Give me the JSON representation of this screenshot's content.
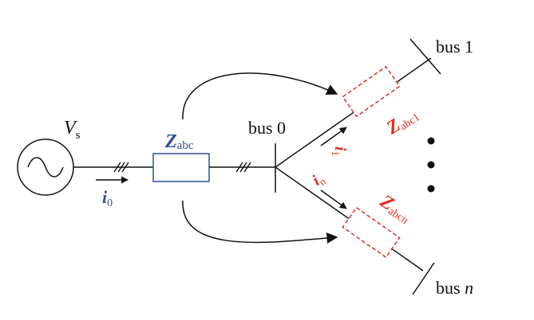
{
  "source": {
    "symbol": "V",
    "subscript": "s"
  },
  "source_current": {
    "symbol": "i",
    "subscript": "0"
  },
  "series_impedance": {
    "symbol": "Z",
    "subscript": "abc"
  },
  "bus0": {
    "label": "bus 0"
  },
  "branch1": {
    "impedance": {
      "symbol": "Z",
      "subscript": "abc1"
    },
    "current": {
      "symbol": "i",
      "subscript": "1"
    },
    "bus_label": "bus 1"
  },
  "branchn": {
    "impedance": {
      "symbol": "Z",
      "subscript": "abcn"
    },
    "current": {
      "symbol": "i",
      "subscript": "n"
    },
    "bus_prefix": "bus",
    "bus_index": "n"
  },
  "colors": {
    "wire": "#111111",
    "impedance_main": "#2f4f9a",
    "impedance_branch": "#e03020"
  }
}
